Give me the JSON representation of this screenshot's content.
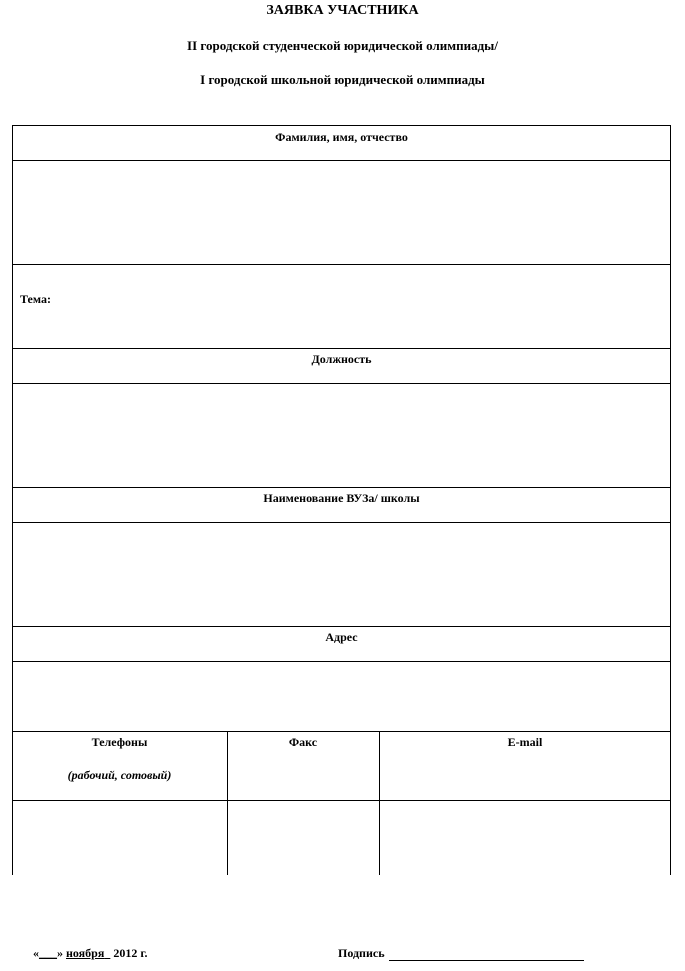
{
  "header": {
    "title": "ЗАЯВКА УЧАСТНИКА",
    "line1": "II городской студенческой юридической олимпиады/",
    "line2": "I городской школьной юридической олимпиады"
  },
  "form": {
    "fio_label": "Фамилия,  имя,  отчество",
    "topic_label": "Тема:",
    "position_label": "Должность",
    "institution_label": "Наименование ВУЗа/ школы",
    "address_label": "Адрес",
    "phones_label": "Телефоны",
    "phones_note": "(рабочий, сотовый)",
    "fax_label": "Факс",
    "email_label": "E-mail"
  },
  "footer": {
    "date_open": "«",
    "date_day": "___",
    "date_close": "»",
    "date_month": "ноября",
    "date_year": "2012 г.",
    "signature_label": "Подпись"
  }
}
